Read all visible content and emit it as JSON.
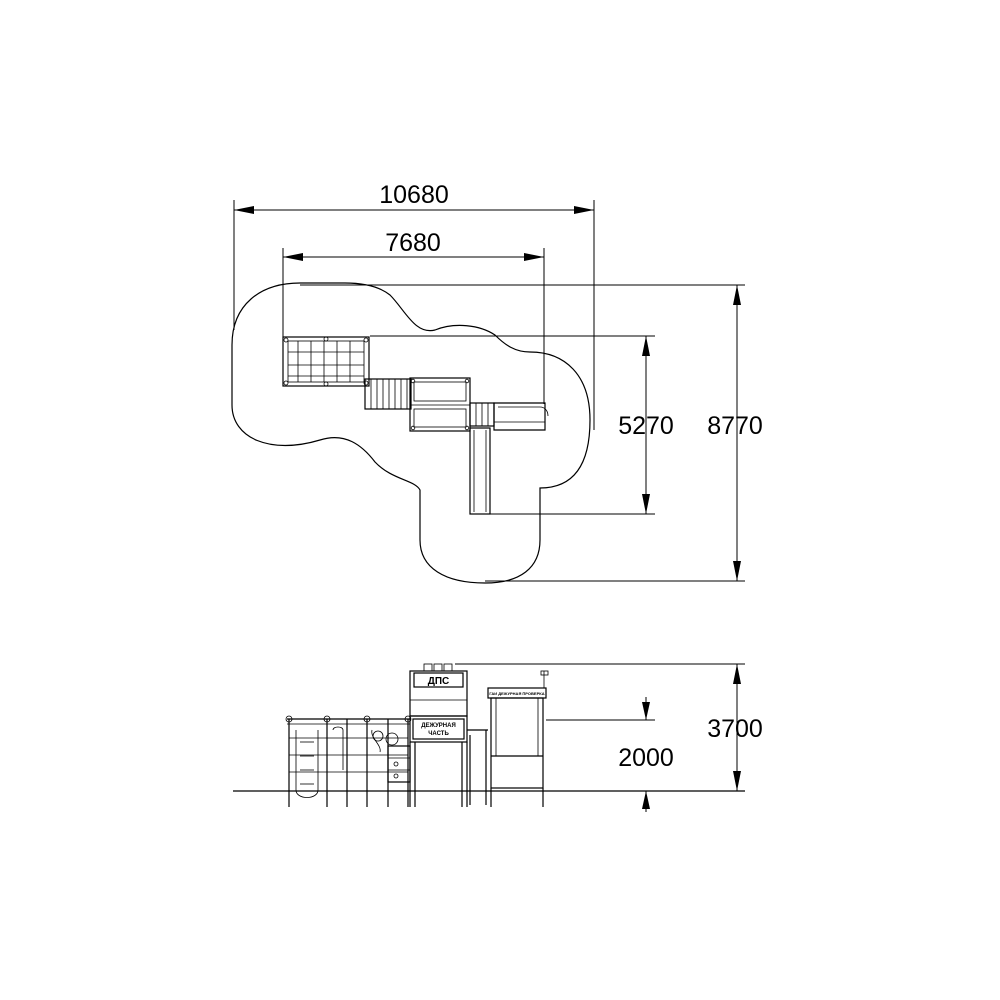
{
  "plan_view": {
    "dimensions": {
      "overall_width": "10680",
      "inner_width": "7680",
      "inner_depth": "5270",
      "overall_depth": "8770"
    }
  },
  "elevation_view": {
    "dimensions": {
      "total_height": "3700",
      "platform_height": "2000"
    },
    "signs": {
      "top_sign": "ДПС",
      "middle_sign_line1": "ДЕЖУРНАЯ",
      "middle_sign_line2": "ЧАСТЬ",
      "right_sign": "ГАИ ДЕЖУРНАЯ ПРОВЕРКА"
    }
  }
}
